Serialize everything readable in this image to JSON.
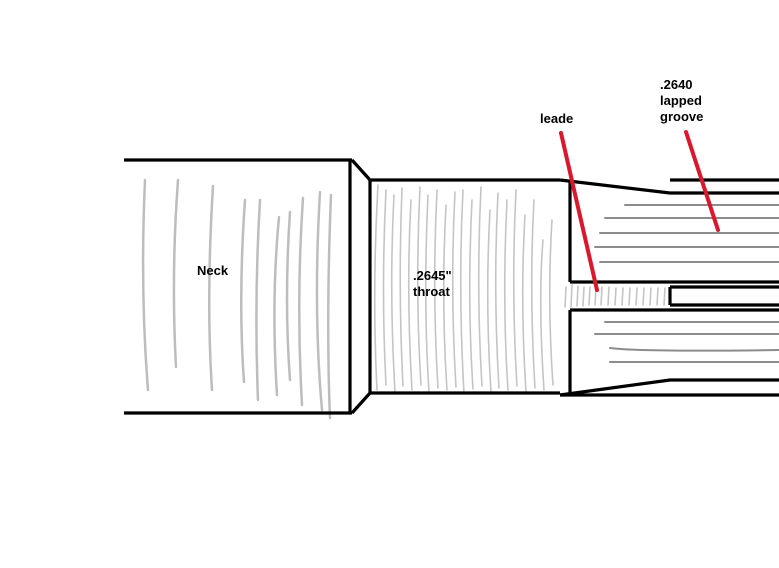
{
  "labels": {
    "neck": "Neck",
    "throat": [
      ".2645\"",
      "throat"
    ],
    "leade": "leade",
    "groove": [
      ".2640",
      "lapped",
      "groove"
    ]
  },
  "colors": {
    "outline": "#000000",
    "shading": "#bdbdbd",
    "bore_lines": "#8c8c8c",
    "pointer": "#d9182e",
    "background": "#ffffff"
  }
}
